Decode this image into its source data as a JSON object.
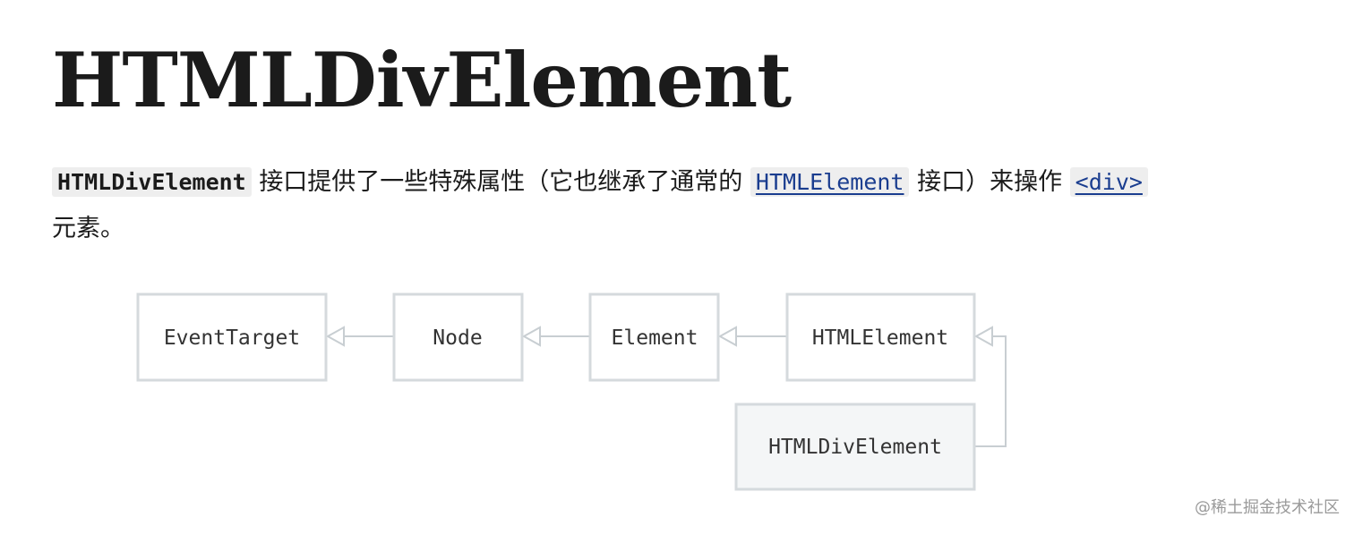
{
  "title": "HTMLDivElement",
  "intro": {
    "interface_name": "HTMLDivElement",
    "text_1": "接口提供了一些特殊属性（它也继承了通常的",
    "link_htmlelement": "HTMLElement",
    "text_2": "接口）来操作",
    "link_div": "<div>",
    "text_3": "元素。"
  },
  "diagram": {
    "nodes": [
      {
        "id": "eventtarget",
        "label": "EventTarget"
      },
      {
        "id": "node",
        "label": "Node"
      },
      {
        "id": "element",
        "label": "Element"
      },
      {
        "id": "htmlelement",
        "label": "HTMLElement"
      },
      {
        "id": "htmldivelement",
        "label": "HTMLDivElement"
      }
    ],
    "colors": {
      "box_stroke": "#d5dadd",
      "box_fill": "#ffffff",
      "highlight_fill": "#f4f6f7",
      "arrow": "#c8ced2"
    }
  },
  "watermark": "@稀土掘金技术社区"
}
